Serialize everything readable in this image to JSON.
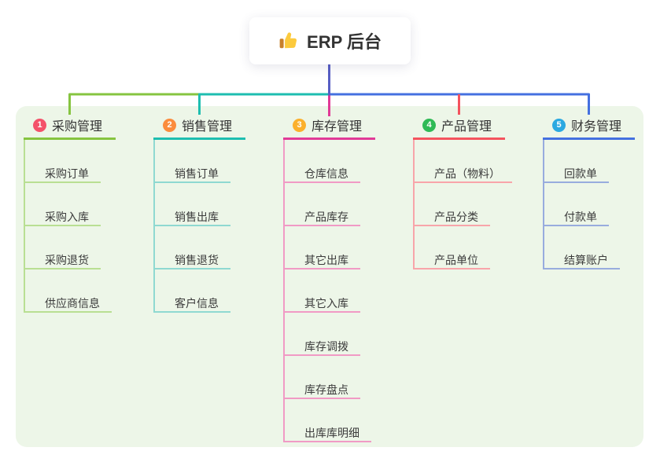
{
  "root": {
    "title": "ERP 后台",
    "icon": "thumbs-up",
    "connector_color": "#575EC4"
  },
  "colors": {
    "page_bg": "#ffffff",
    "panel_bg": "#EDF6E8",
    "text": "#333333",
    "child_text": "#3b3b3b"
  },
  "branches": [
    {
      "index": "1",
      "label": "采购管理",
      "circle_color": "#F4526A",
      "line_color": "#86C440",
      "child_line_color": "#B9DF93",
      "children": [
        "采购订单",
        "采购入库",
        "采购退货",
        "供应商信息"
      ]
    },
    {
      "index": "2",
      "label": "销售管理",
      "circle_color": "#FB8C3D",
      "line_color": "#1EBEB0",
      "child_line_color": "#8FD9D1",
      "children": [
        "销售订单",
        "销售出库",
        "销售退货",
        "客户信息"
      ]
    },
    {
      "index": "3",
      "label": "库存管理",
      "circle_color": "#FBB02C",
      "line_color": "#E13A97",
      "child_line_color": "#F19AC5",
      "children": [
        "仓库信息",
        "产品库存",
        "其它出库",
        "其它入库",
        "库存调拨",
        "库存盘点",
        "出库库明细"
      ]
    },
    {
      "index": "4",
      "label": "产品管理",
      "circle_color": "#2FBA56",
      "line_color": "#F4535E",
      "child_line_color": "#F8A5AA",
      "children": [
        "产品（物料）",
        "产品分类",
        "产品单位"
      ]
    },
    {
      "index": "5",
      "label": "财务管理",
      "circle_color": "#2BA9E1",
      "line_color": "#4470E0",
      "child_line_color": "#98ACDE",
      "children": [
        "回款单",
        "付款单",
        "结算账户"
      ]
    }
  ]
}
